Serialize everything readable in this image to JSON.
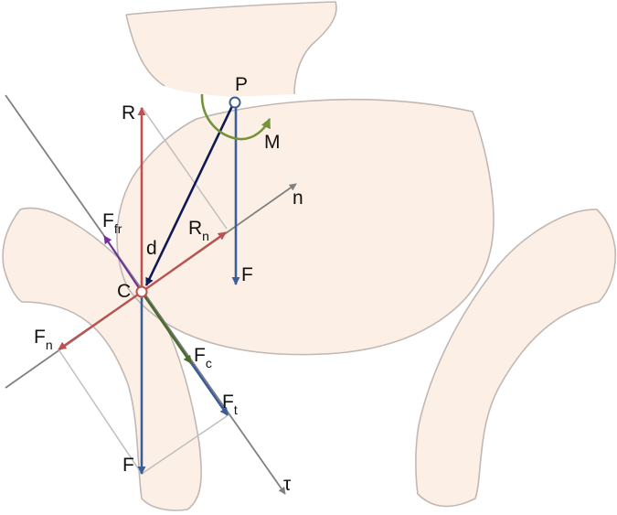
{
  "colors": {
    "bone_fill": "#fcefe6",
    "bone_stroke": "#c0b8b3",
    "axis_gray": "#808080",
    "construction_gray": "#bfbfbf",
    "reaction_red": "#c0504d",
    "force_blue": "#3a5f98",
    "lever_navy": "#0d1a55",
    "friction_purple": "#7030a0",
    "contact_green": "#4e6b2a",
    "moment_green": "#76923c"
  },
  "labels": {
    "P": "P",
    "M": "M",
    "R": "R",
    "n": "n",
    "F_fr_main": "F",
    "F_fr_sub": "fr",
    "d": "d",
    "R_n_main": "R",
    "R_n_sub": "n",
    "F_upper": "F",
    "C": "C",
    "F_n_main": "F",
    "F_n_sub": "n",
    "F_c_main": "F",
    "F_c_sub": "c",
    "F_t_main": "F",
    "F_t_sub": "t",
    "F_lower": "F",
    "tau": "τ"
  }
}
